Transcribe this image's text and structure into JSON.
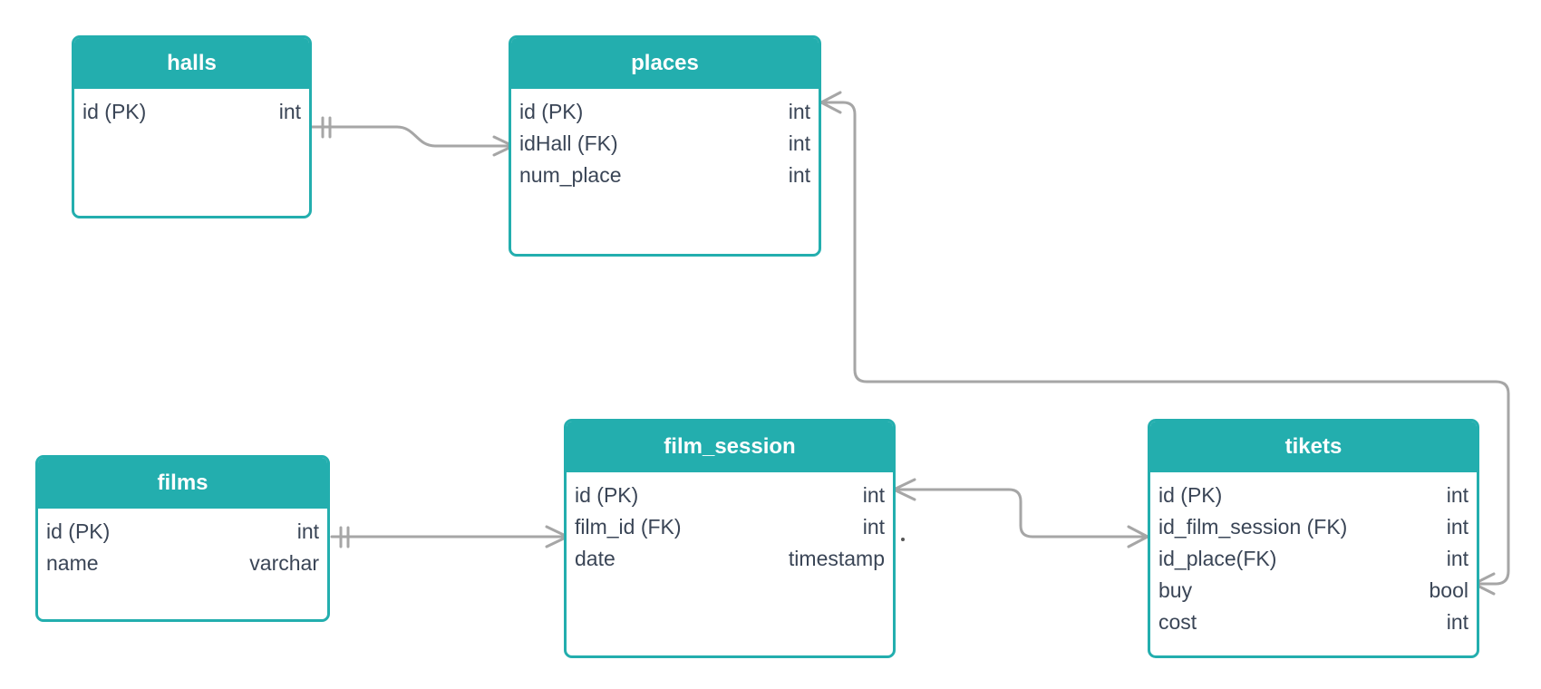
{
  "colors": {
    "accent": "#23AEAE",
    "line": "#A6A6A6",
    "text": "#3A4556"
  },
  "entities": {
    "halls": {
      "title": "halls",
      "fields": [
        {
          "name": "id (PK)",
          "type": "int"
        }
      ]
    },
    "places": {
      "title": "places",
      "fields": [
        {
          "name": "id (PK)",
          "type": "int"
        },
        {
          "name": "idHall (FK)",
          "type": "int"
        },
        {
          "name": "num_place",
          "type": "int"
        }
      ]
    },
    "films": {
      "title": "films",
      "fields": [
        {
          "name": "id (PK)",
          "type": "int"
        },
        {
          "name": "name",
          "type": "varchar"
        }
      ]
    },
    "film_session": {
      "title": "film_session",
      "fields": [
        {
          "name": "id (PK)",
          "type": "int"
        },
        {
          "name": "film_id (FK)",
          "type": "int"
        },
        {
          "name": "date",
          "type": "timestamp"
        }
      ]
    },
    "tikets": {
      "title": "tikets",
      "fields": [
        {
          "name": "id (PK)",
          "type": "int"
        },
        {
          "name": "id_film_session (FK)",
          "type": "int"
        },
        {
          "name": "id_place(FK)",
          "type": "int"
        },
        {
          "name": "buy",
          "type": "bool"
        },
        {
          "name": "cost",
          "type": "int"
        }
      ]
    }
  },
  "relationships": [
    {
      "from": "halls.id",
      "to": "places.idHall",
      "from_cardinality": "one",
      "to_cardinality": "many"
    },
    {
      "from": "films.id",
      "to": "film_session.film_id",
      "from_cardinality": "one",
      "to_cardinality": "many"
    },
    {
      "from": "film_session.id",
      "to": "tikets.id_film_session",
      "from_cardinality": "many",
      "to_cardinality": "many"
    },
    {
      "from": "places.id",
      "to": "tikets.id_place",
      "from_cardinality": "many",
      "to_cardinality": "many"
    }
  ]
}
